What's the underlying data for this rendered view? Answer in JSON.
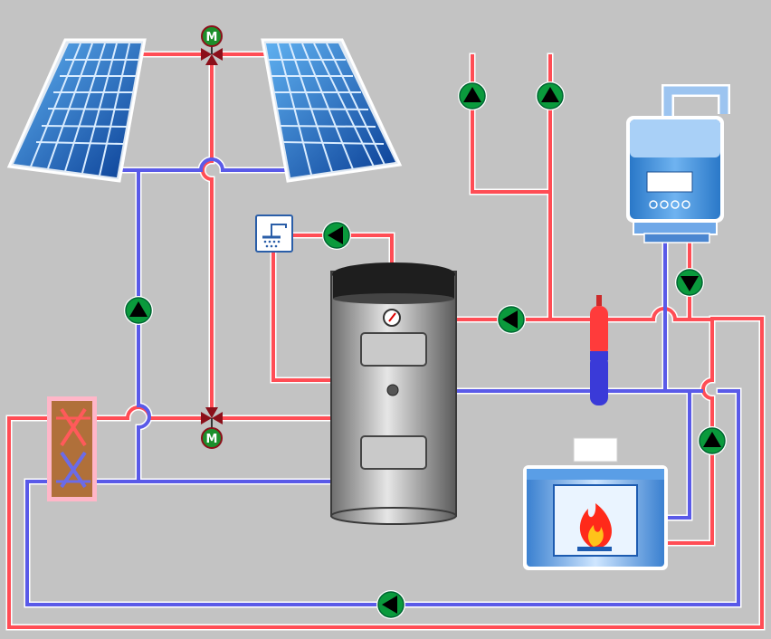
{
  "diagram": {
    "background": "#c3c3c3",
    "colors": {
      "hot_pipe": "#ff4d55",
      "cold_pipe": "#5a5ae8",
      "pipe_edge": "#ffffff",
      "pump_fill": "#0a9a3c",
      "valve_fill": "#8b0f1a",
      "motor_fill": "#1c8f2c"
    },
    "valves": [
      {
        "id": "top",
        "motor_label": "M"
      },
      {
        "id": "bottom",
        "motor_label": "M"
      }
    ],
    "components": [
      {
        "id": "solar-panel-left",
        "icon": "solar-panel-icon"
      },
      {
        "id": "solar-panel-right",
        "icon": "solar-panel-icon"
      },
      {
        "id": "wall-boiler",
        "icon": "gas-boiler-icon"
      },
      {
        "id": "storage-tank",
        "icon": "water-tank-icon"
      },
      {
        "id": "expansion-vessel",
        "icon": "expansion-vessel-icon"
      },
      {
        "id": "fireplace",
        "icon": "fireplace-icon"
      },
      {
        "id": "heat-exchanger",
        "icon": "heat-exchanger-icon"
      },
      {
        "id": "shower",
        "icon": "shower-icon"
      },
      {
        "id": "thermometer",
        "icon": "thermometer-icon"
      }
    ],
    "pumps": [
      {
        "id": "pump-solar",
        "direction": "up"
      },
      {
        "id": "pump-dhw",
        "direction": "left"
      },
      {
        "id": "pump-tank",
        "direction": "left"
      },
      {
        "id": "pump-riser-1",
        "direction": "up"
      },
      {
        "id": "pump-riser-2",
        "direction": "up"
      },
      {
        "id": "pump-boiler",
        "direction": "down"
      },
      {
        "id": "pump-fireplace",
        "direction": "up"
      },
      {
        "id": "pump-loop",
        "direction": "left"
      }
    ]
  }
}
